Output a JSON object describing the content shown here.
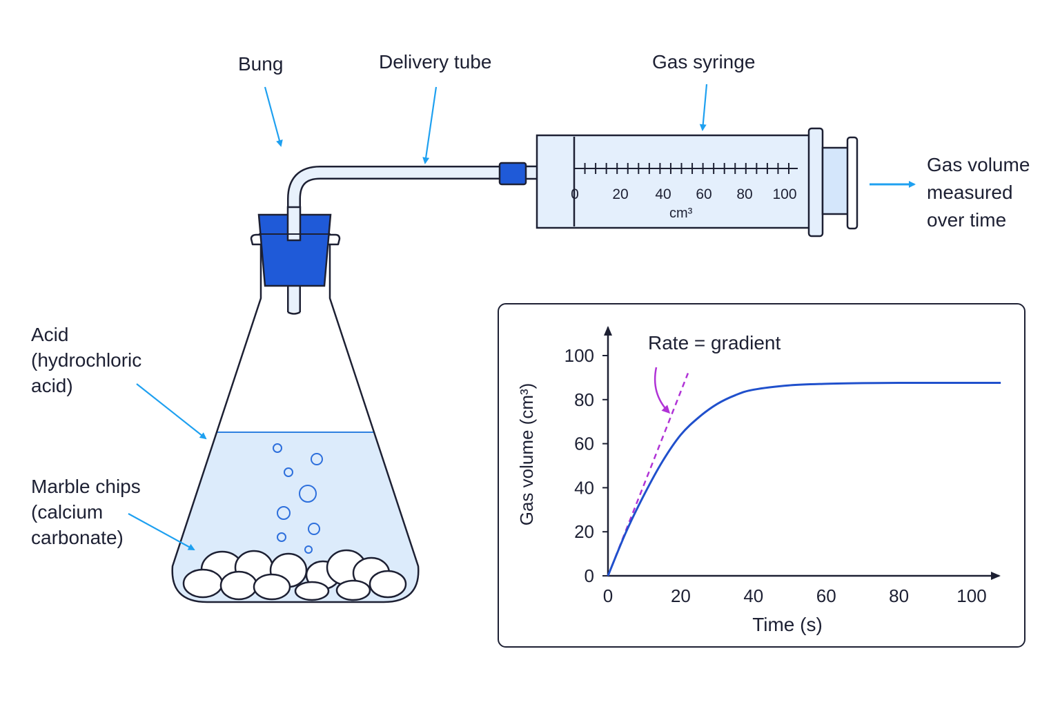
{
  "labels": {
    "bung": "Bung",
    "delivery_tube": "Delivery tube",
    "gas_syringe": "Gas syringe",
    "gas_volume_note": [
      "Gas volume",
      "measured",
      "over time"
    ],
    "acid": [
      "Acid",
      "(hydrochloric",
      "acid)"
    ],
    "marble": [
      "Marble chips",
      "(calcium",
      "carbonate)"
    ]
  },
  "syringe_scale": {
    "ticks": [
      "0",
      "20",
      "40",
      "60",
      "80",
      "100"
    ],
    "unit": "cm³"
  },
  "colors": {
    "ink": "#1d2033",
    "label_arrow": "#1ea0f0",
    "bung": "#1f5ad8",
    "liquid": "#dcebfb",
    "syringe_fill": "#e4effc",
    "curve": "#2050cc",
    "tangent": "#b033d6"
  },
  "chart_data": {
    "type": "line",
    "title": "",
    "xlabel": "Time (s)",
    "ylabel": "Gas volume (cm³)",
    "xlim": [
      0,
      110
    ],
    "ylim": [
      0,
      110
    ],
    "xticks": [
      "0",
      "20",
      "40",
      "60",
      "80",
      "100"
    ],
    "yticks": [
      "0",
      "20",
      "40",
      "60",
      "80",
      "100"
    ],
    "series": [
      {
        "values": [
          [
            0,
            0
          ],
          [
            5,
            20
          ],
          [
            10,
            37
          ],
          [
            15,
            52
          ],
          [
            20,
            64
          ],
          [
            25,
            72
          ],
          [
            30,
            78
          ],
          [
            35,
            82
          ],
          [
            40,
            84.5
          ],
          [
            50,
            86.5
          ],
          [
            60,
            87.2
          ],
          [
            70,
            87.5
          ],
          [
            80,
            87.6
          ],
          [
            90,
            87.6
          ],
          [
            100,
            87.6
          ],
          [
            108,
            87.6
          ]
        ]
      }
    ],
    "tangent": {
      "label": "Rate = gradient",
      "from": [
        0,
        0
      ],
      "to": [
        22,
        92
      ]
    }
  }
}
